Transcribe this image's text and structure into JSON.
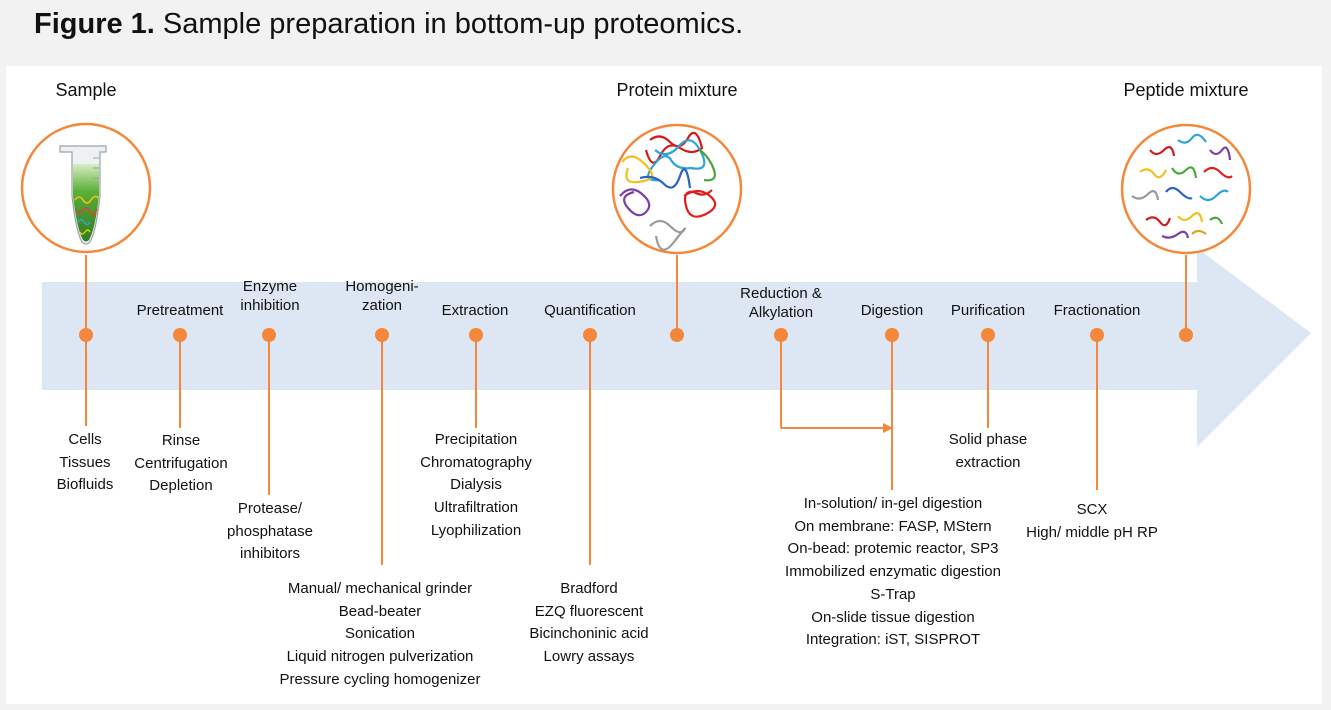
{
  "figure": {
    "label": "Figure 1.",
    "title": "Sample preparation in bottom-up proteomics."
  },
  "headers": {
    "sample": "Sample",
    "protein": "Protein mixture",
    "peptide": "Peptide mixture"
  },
  "colors": {
    "accent": "#f4873a",
    "arrow": "#dce7f3",
    "background": "#f2f2f2"
  },
  "steps": [
    {
      "label": "Pretreatment"
    },
    {
      "label": "Enzyme\ninhibition"
    },
    {
      "label": "Homogeni-\nzation"
    },
    {
      "label": "Extraction"
    },
    {
      "label": "Quantification"
    },
    {
      "label": "Reduction &\nAlkylation"
    },
    {
      "label": "Digestion"
    },
    {
      "label": "Purification"
    },
    {
      "label": "Fractionation"
    }
  ],
  "details": {
    "sample": "Cells\nTissues\nBiofluids",
    "pretreatment": "Rinse\nCentrifugation\nDepletion",
    "inhibition": "Protease/\nphosphatase\ninhibitors",
    "homogenization": "Manual/ mechanical grinder\nBead-beater\nSonication\nLiquid nitrogen pulverization\nPressure cycling homogenizer",
    "extraction": "Precipitation\nChromatography\nDialysis\nUltrafiltration\nLyophilization",
    "quantification": "Bradford\nEZQ fluorescent\nBicinchoninic acid\nLowry assays",
    "digestion": "In-solution/ in-gel digestion\nOn membrane:  FASP, MStern\nOn-bead: protemic reactor, SP3\nImmobilized  enzymatic digestion\nS-Trap\nOn-slide tissue digestion\nIntegration: iST, SISPROT",
    "purification": "Solid phase\nextraction",
    "fractionation": "SCX\nHigh/ middle pH RP"
  },
  "icons": {
    "tube": "sample-tube-icon",
    "protein": "protein-tangle-icon",
    "peptide": "peptide-fragments-icon"
  }
}
